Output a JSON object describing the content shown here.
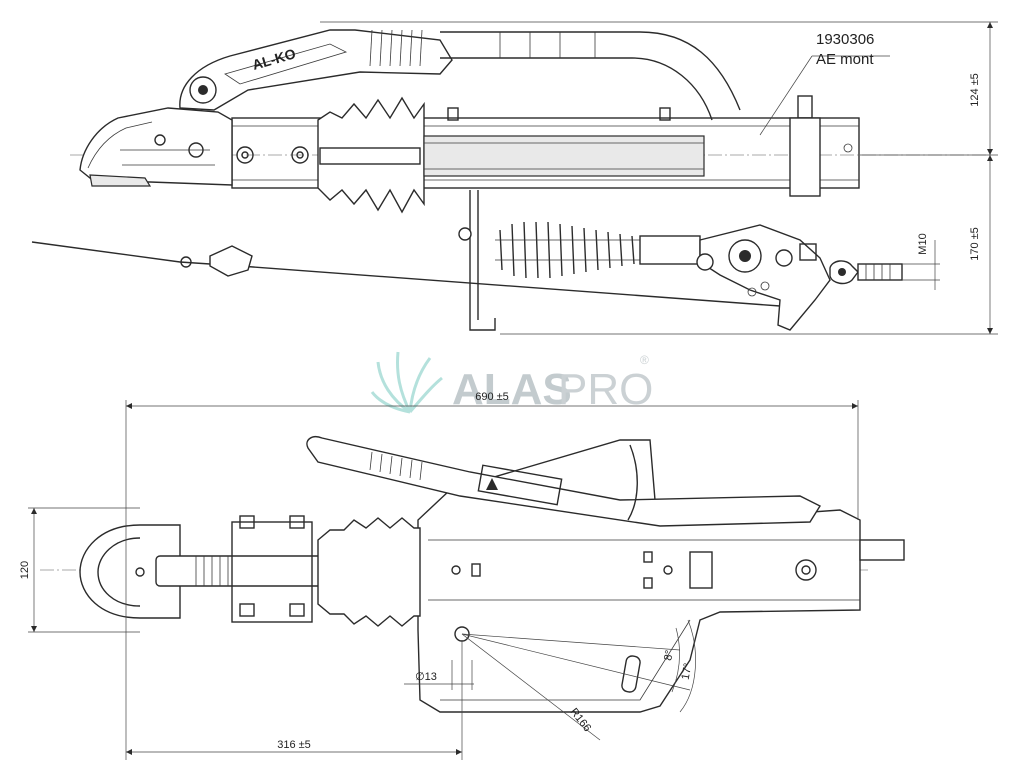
{
  "part_number": "1930306",
  "part_subtitle": "AE mont",
  "brand_on_handle": "AL-KO",
  "watermark": {
    "text_bold": "ALAS",
    "text_light": "PRO",
    "registered": "®",
    "color": "#b9c2c6"
  },
  "side_view": {
    "dim_height_upper": "124 ±5",
    "dim_height_lower": "170 ±5",
    "dim_thread": "M10"
  },
  "top_view": {
    "dim_total_length": "690 ±5",
    "dim_width": "120",
    "dim_hole_diameter": "∅13",
    "dim_hole_offset": "316 ±5",
    "dim_radius": "R166",
    "dim_angle_small": "8°",
    "dim_angle_large": "17°"
  },
  "colors": {
    "line": "#2b2b2b",
    "background": "#ffffff"
  }
}
